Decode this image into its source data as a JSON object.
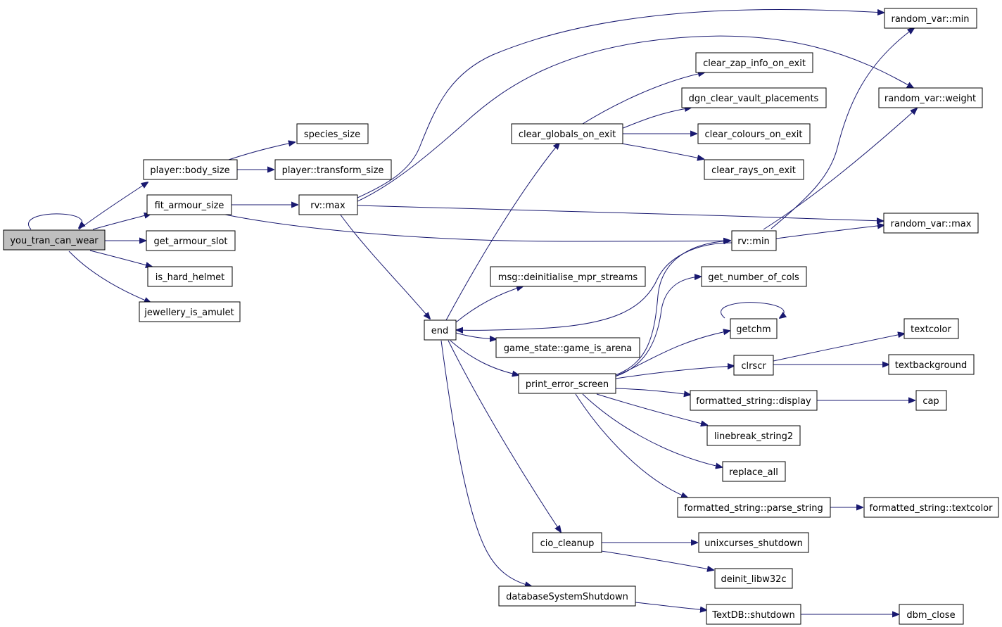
{
  "colors": {
    "edge": "#191970",
    "node_fill": "#ffffff",
    "root_fill": "#bfbfbf",
    "node_border": "#000000",
    "text": "#000000"
  },
  "nodes": {
    "you_tran_can_wear": "you_tran_can_wear",
    "player_body_size": "player::body_size",
    "fit_armour_size": "fit_armour_size",
    "get_armour_slot": "get_armour_slot",
    "is_hard_helmet": "is_hard_helmet",
    "jewellery_is_amulet": "jewellery_is_amulet",
    "species_size": "species_size",
    "player_transform_size": "player::transform_size",
    "rv_max": "rv::max",
    "end": "end",
    "clear_globals_on_exit": "clear_globals_on_exit",
    "msg_deinitialise_mpr_streams": "msg::deinitialise_mpr_streams",
    "game_state_game_is_arena": "game_state::game_is_arena",
    "print_error_screen": "print_error_screen",
    "cio_cleanup": "cio_cleanup",
    "databaseSystemShutdown": "databaseSystemShutdown",
    "clear_zap_info_on_exit": "clear_zap_info_on_exit",
    "dgn_clear_vault_placements": "dgn_clear_vault_placements",
    "clear_colours_on_exit": "clear_colours_on_exit",
    "clear_rays_on_exit": "clear_rays_on_exit",
    "rv_min": "rv::min",
    "get_number_of_cols": "get_number_of_cols",
    "getchm": "getchm",
    "clrscr": "clrscr",
    "formatted_string_display": "formatted_string::display",
    "linebreak_string2": "linebreak_string2",
    "replace_all": "replace_all",
    "formatted_string_parse_string": "formatted_string::parse_string",
    "unixcurses_shutdown": "unixcurses_shutdown",
    "deinit_libw32c": "deinit_libw32c",
    "TextDB_shutdown": "TextDB::shutdown",
    "random_var_min": "random_var::min",
    "random_var_weight": "random_var::weight",
    "random_var_max": "random_var::max",
    "textcolor": "textcolor",
    "textbackground": "textbackground",
    "cap": "cap",
    "formatted_string_textcolor": "formatted_string::textcolor",
    "dbm_close": "dbm_close"
  }
}
